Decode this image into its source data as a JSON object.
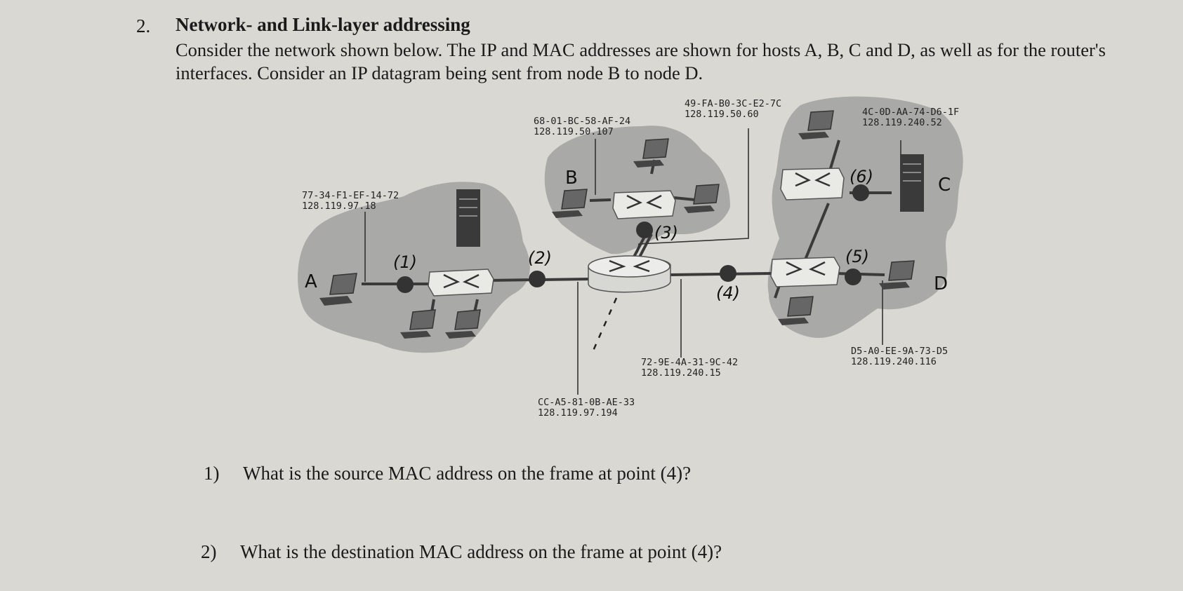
{
  "question": {
    "number": "2.",
    "title": "Network- and Link-layer addressing",
    "intro": "Consider the network shown below. The IP and MAC addresses are shown for hosts A, B, C and D, as well as for the router's interfaces. Consider an IP datagram being sent from node B to node D."
  },
  "diagram": {
    "hosts": {
      "A": "A",
      "B": "B",
      "C": "C",
      "D": "D"
    },
    "points": {
      "p1": "(1)",
      "p2": "(2)",
      "p3": "(3)",
      "p4": "(4)",
      "p5": "(5)",
      "p6": "(6)"
    },
    "addresses": {
      "host_a": {
        "mac": "77-34-F1-EF-14-72",
        "ip": "128.119.97.18"
      },
      "host_b": {
        "mac": "68-01-BC-58-AF-24",
        "ip": "128.119.50.107"
      },
      "router_b_side": {
        "mac": "49-FA-B0-3C-E2-7C",
        "ip": "128.119.50.60"
      },
      "host_c": {
        "mac": "4C-0D-AA-74-D6-1F",
        "ip": "128.119.240.52"
      },
      "router_a_side": {
        "mac": "CC-A5-81-0B-AE-33",
        "ip": "128.119.97.194"
      },
      "router_cd_side": {
        "mac": "72-9E-4A-31-9C-42",
        "ip": "128.119.240.15"
      },
      "host_d": {
        "mac": "D5-A0-EE-9A-73-D5",
        "ip": "128.119.240.116"
      }
    }
  },
  "subquestions": [
    {
      "number": "1)",
      "text": "What is the source MAC address on the frame at point (4)?"
    },
    {
      "number": "2)",
      "text": "What is the destination MAC address on the frame at point (4)?"
    }
  ]
}
